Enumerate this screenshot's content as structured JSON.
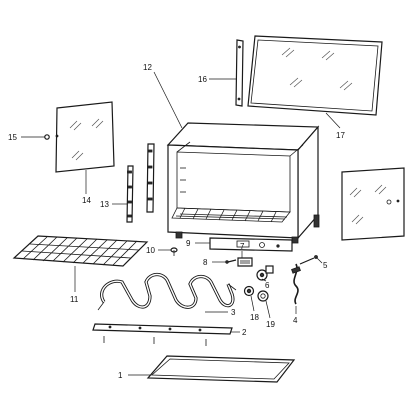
{
  "parts": [
    {
      "key": "p1",
      "number": "1"
    },
    {
      "key": "p2",
      "number": "2"
    },
    {
      "key": "p3",
      "number": "3"
    },
    {
      "key": "p4",
      "number": "4"
    },
    {
      "key": "p5",
      "number": "5"
    },
    {
      "key": "p6",
      "number": "6"
    },
    {
      "key": "p7",
      "number": "7"
    },
    {
      "key": "p8",
      "number": "8"
    },
    {
      "key": "p9",
      "number": "9"
    },
    {
      "key": "p10",
      "number": "10"
    },
    {
      "key": "p11",
      "number": "11"
    },
    {
      "key": "p12",
      "number": "12"
    },
    {
      "key": "p13",
      "number": "13"
    },
    {
      "key": "p14",
      "number": "14"
    },
    {
      "key": "p15",
      "number": "15"
    },
    {
      "key": "p16",
      "number": "16"
    },
    {
      "key": "p17",
      "number": "17"
    },
    {
      "key": "p18",
      "number": "18"
    },
    {
      "key": "p19",
      "number": "19"
    }
  ],
  "colors": {
    "line": "#1a1a1a",
    "background": "#ffffff"
  }
}
